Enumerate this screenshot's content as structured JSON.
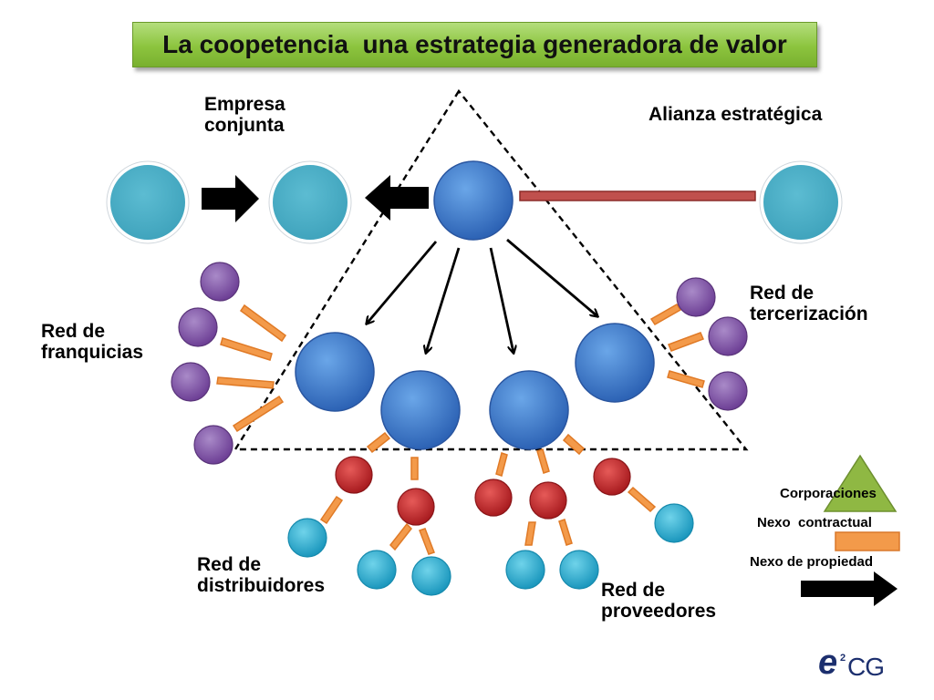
{
  "title": "La coopetencia  una estrategia generadora de valor",
  "labels": {
    "empresa_conjunta": [
      "Empresa",
      "conjunta"
    ],
    "alianza": "Alianza estratégica",
    "franquicias": [
      "Red de",
      "franquicias"
    ],
    "tercerizacion": [
      "Red de",
      "tercerización"
    ],
    "distribuidores": [
      "Red de",
      "distribuidores"
    ],
    "proveedores": [
      "Red de",
      "proveedores"
    ]
  },
  "legend": {
    "corporaciones": "Corporaciones",
    "nexo_contractual": "Nexo  contractual",
    "nexo_propiedad": "Nexo de propiedad"
  },
  "logo": {
    "letter": "e",
    "sup": "2",
    "rest": "CG"
  },
  "colors": {
    "title_bg": "#8cc43e",
    "corporation_blue": "#3a78c8",
    "partner_teal": "#4aaec5",
    "franchise_purple": "#8a55a8",
    "distributor_red": "#c8282c",
    "endpoint_cyan": "#2fb2d3",
    "contract_orange": "#f08a3a",
    "alliance_red": "#c0504d",
    "legend_triangle": "#8fb843"
  }
}
